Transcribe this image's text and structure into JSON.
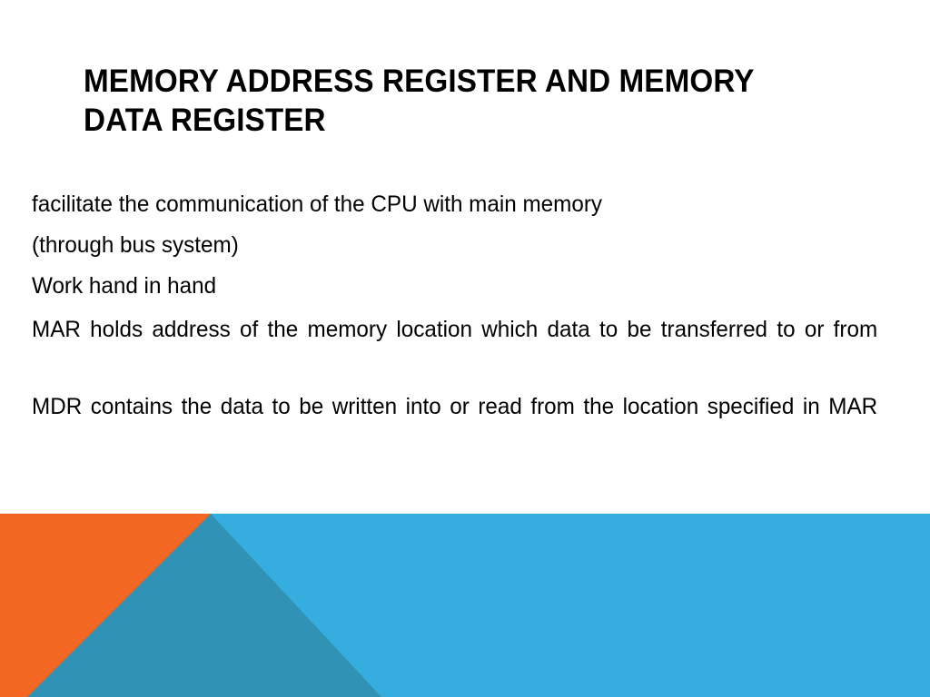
{
  "slide": {
    "title": "Memory address register and memory data register",
    "body_lines": [
      {
        "text": "facilitate the communication of the CPU with main memory",
        "wrapped": false
      },
      {
        "text": "(through bus system)",
        "wrapped": false
      },
      {
        "text": "Work hand in hand",
        "wrapped": false
      },
      {
        "text": "MAR  holds address of the memory location which data to be transferred to or from",
        "wrapped": true
      },
      {
        "text": "MDR contains the data to be written into or read from the location specified in MAR",
        "wrapped": true
      }
    ],
    "colors": {
      "background": "#FFFFFF",
      "text": "#000000",
      "accent_orange": "#F26722",
      "accent_blue": "#35ADDE",
      "accent_teal": "#3092B4"
    }
  }
}
